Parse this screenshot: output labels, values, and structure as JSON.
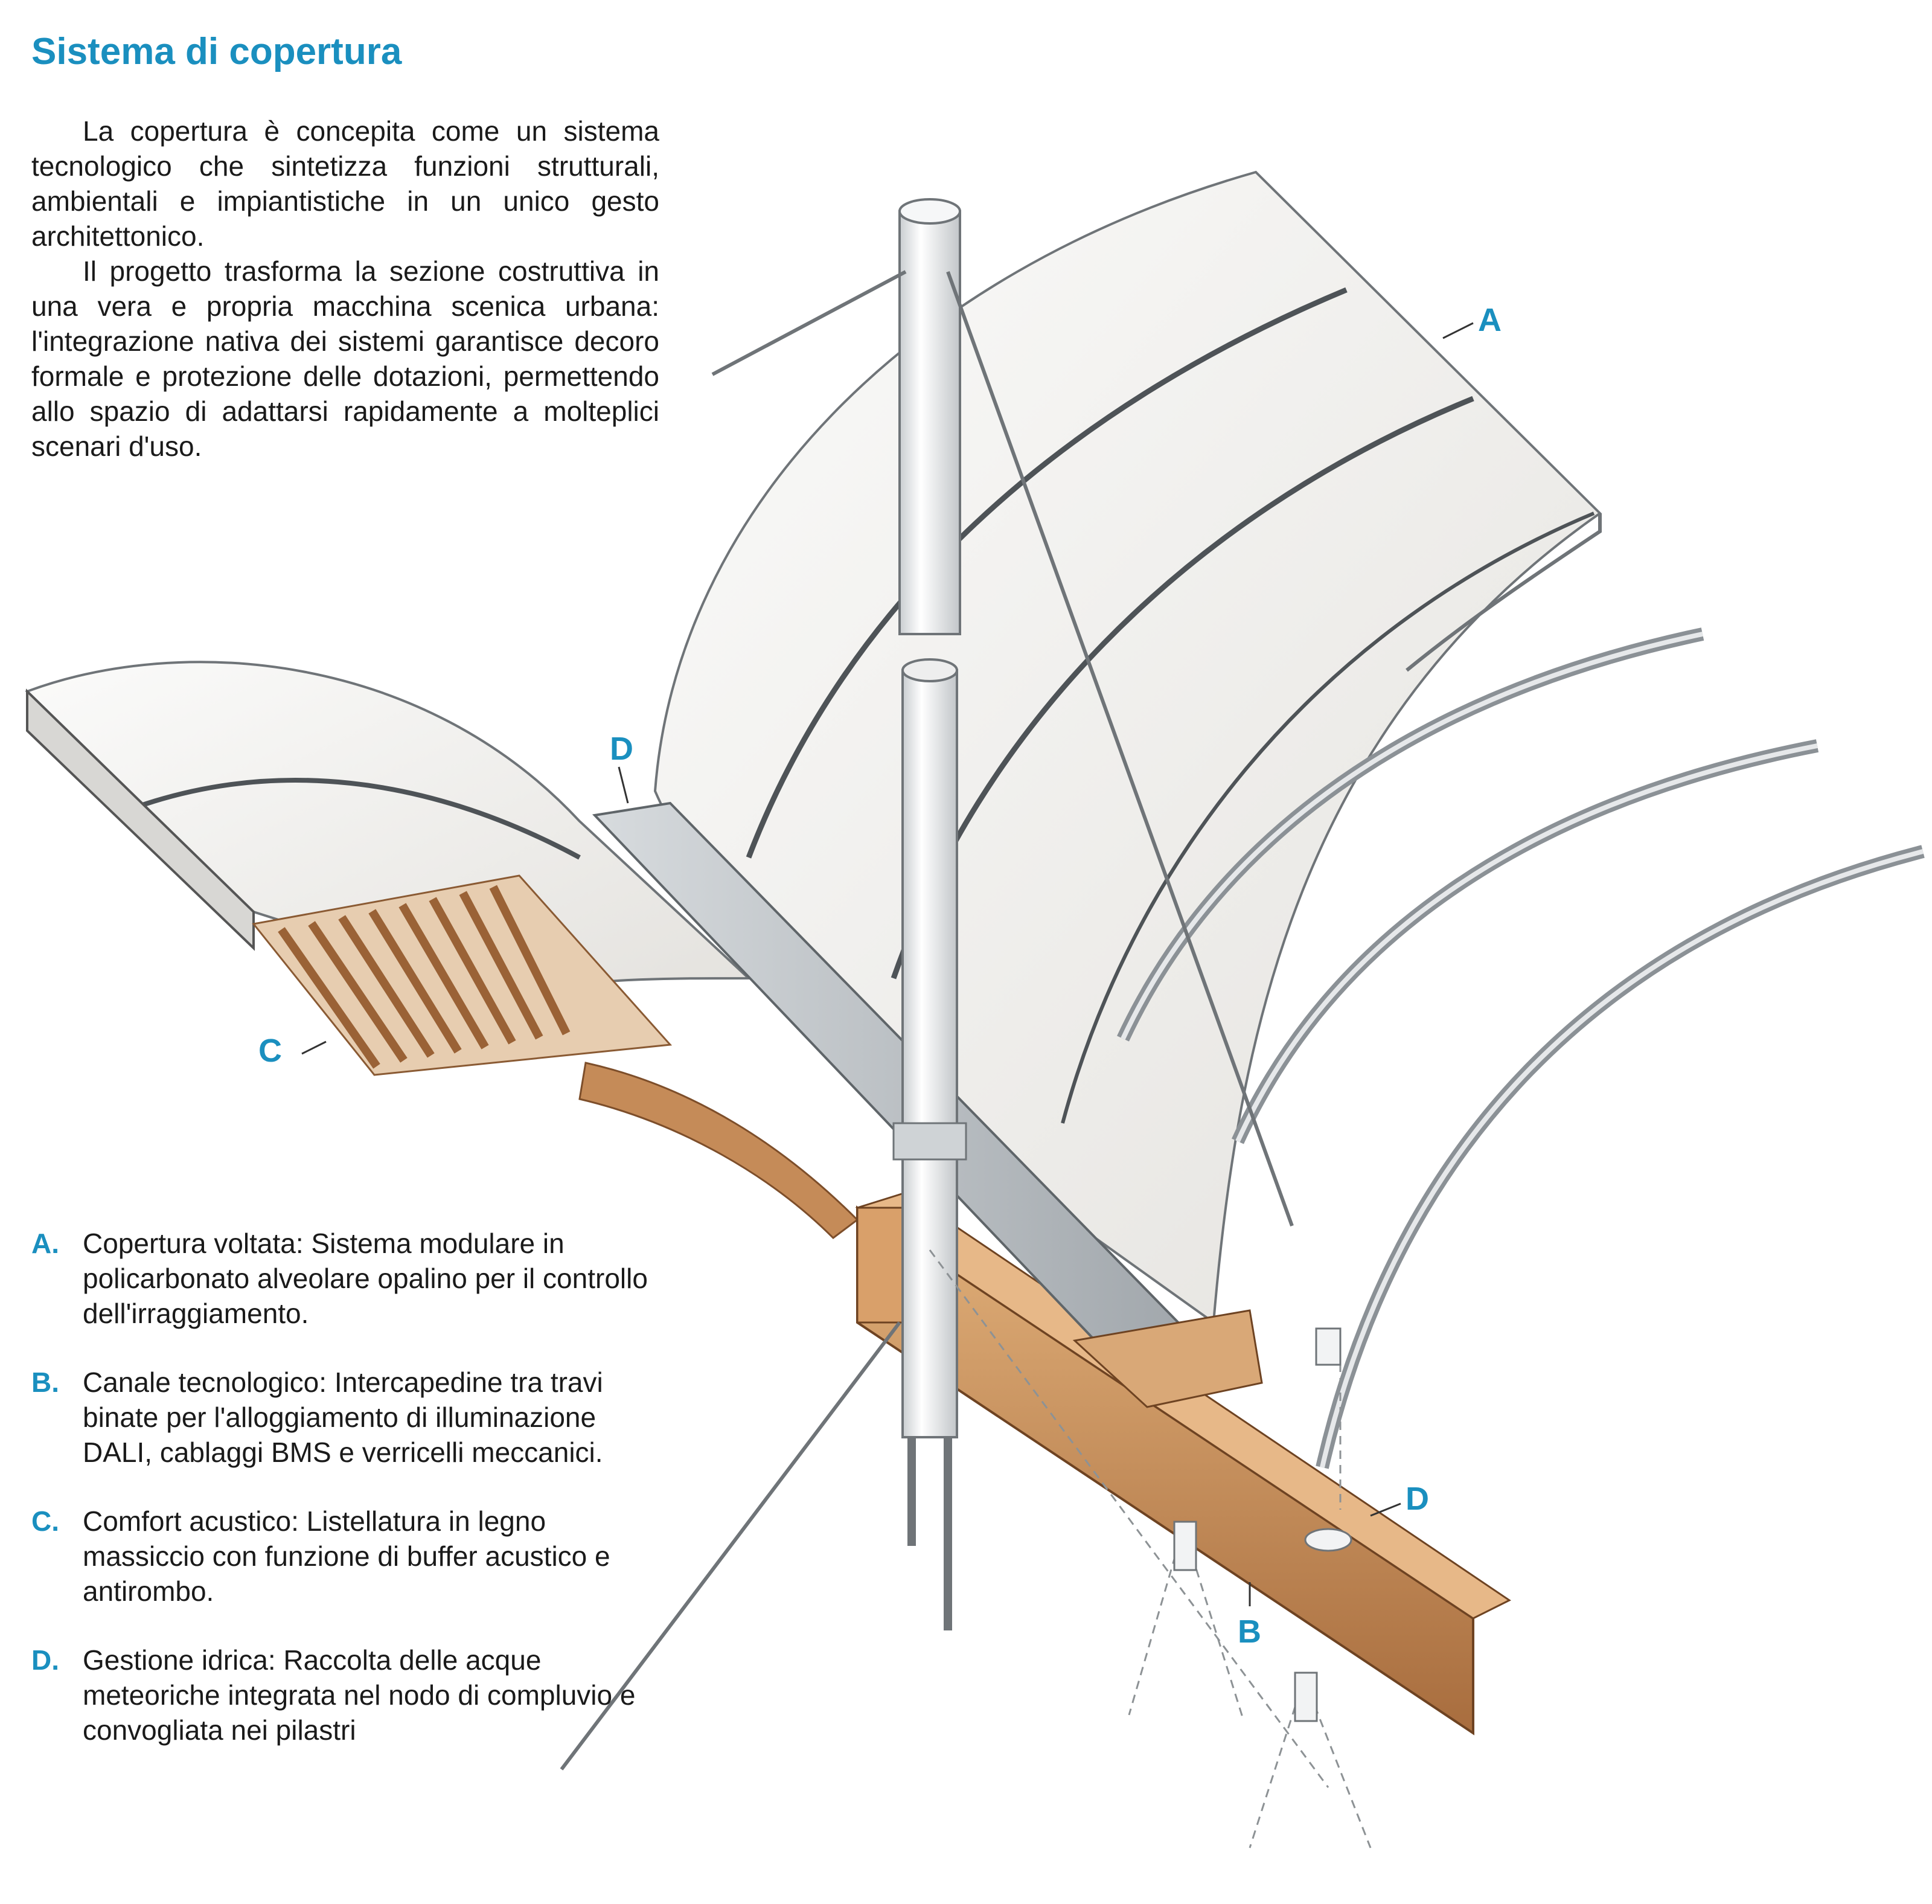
{
  "title": "Sistema di copertura",
  "intro": [
    "La copertura è concepita come un sistema tecnologico che sintetizza funzioni strutturali, ambientali e impiantistiche in un unico gesto architettonico.",
    "Il progetto trasforma la sezione costruttiva in una vera e propria macchina scenica urbana: l'integrazione nativa dei sistemi garantisce decoro formale e protezione delle dotazioni, permettendo allo spazio di adattarsi rapidamente a molteplici scenari d'uso."
  ],
  "callouts": {
    "a": "A",
    "b": "B",
    "c": "C",
    "d_top": "D",
    "d_right": "D"
  },
  "legend": [
    {
      "letter": "A.",
      "text": "Copertura voltata: Sistema modulare in policarbonato alveolare opalino per il controllo dell'irraggiamento."
    },
    {
      "letter": "B.",
      "text": "Canale tecnologico: Intercapedine tra travi binate per l'alloggiamento di illuminazione DALI, cablaggi BMS e verricelli meccanici."
    },
    {
      "letter": "C.",
      "text": "Comfort acustico: Listellatura in legno massiccio con funzione di buffer acustico e antirombo."
    },
    {
      "letter": "D.",
      "text": "Gestione idrica: Raccolta delle acque meteoriche integrata nel nodo di compluvio e convogliata nei pilastri"
    }
  ],
  "colors": {
    "accent": "#1a8fbf",
    "polycarbonate": "#f1f0ee",
    "wood": "#c98f5c",
    "steel": "#b9bfc4"
  }
}
